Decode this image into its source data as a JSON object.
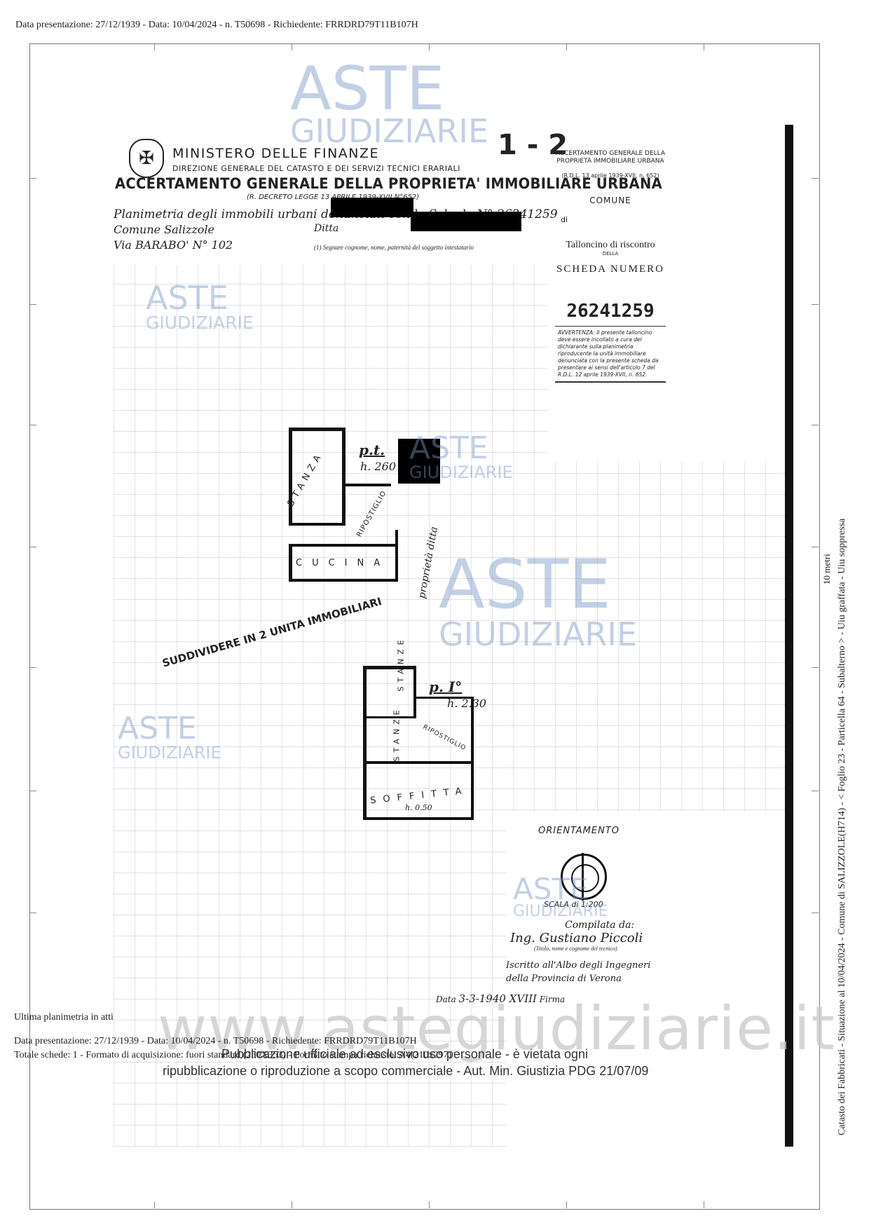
{
  "header": {
    "text": "Data presentazione: 27/12/1939 - Data: 10/04/2024 - n. T50698 - Richiedente: FRRDRD79T11B107H"
  },
  "form": {
    "ministry": "MINISTERO DELLE FINANZE",
    "direction": "DIREZIONE GENERALE DEL CATASTO E DEI SERVIZI TECNICI ERARIALI",
    "sheet_number": "1 - 2",
    "title": "ACCERTAMENTO GENERALE DELLA PROPRIETA' IMMOBILIARE URBANA",
    "decree": "(R. DECRETO LEGGE 13 APRILE 1939-XVII N°652)",
    "line1": "Planimetria degli immobili urbani denunciati con la Scheda N° 26241259",
    "comune_line": "Comune Salizzole",
    "via_line": "Via BARABO' N° 102",
    "ditta_prefix": "Ditta",
    "note": "(1) Segnare cognome, nome, paternità del soggetto intestatario"
  },
  "stub": {
    "title": "ACCERTAMENTO GENERALE DELLA PROPRIETÀ IMMOBILIARE URBANA",
    "decree": "(R.D.L. 13 aprile 1939-XVII, n. 652)",
    "comune": "COMUNE",
    "di": "di",
    "talloncino": "Talloncino di riscontro",
    "della": "DELLA",
    "scheda": "SCHEDA NUMERO",
    "number": "26241259",
    "warning": "AVVERTENZA: Il presente talloncino deve essere incollato a cura del dichiarante sulla planimetria riproducente la unità immobiliare denunciata con la presente scheda da presentare ai sensi dell'articolo 7 del R.D.L. 12 aprile 1939-XVII, n. 652."
  },
  "plan_ground": {
    "floor": "p.t.",
    "height": "h. 260",
    "rooms": [
      "STANZA",
      "RIPOSTIGLIO",
      "CUCINA"
    ],
    "side_note": "proprietà ditta"
  },
  "plan_first": {
    "floor": "p. I°",
    "height": "h. 2.30",
    "rooms": [
      "STANZE",
      "STANZE",
      "RIPOSTIGLIO",
      "SOFFITTA"
    ],
    "soffitta_height": "h. 0.50"
  },
  "stamp": {
    "text": "SUDDIVIDERE IN 2 UNITA IMMOBILIARI"
  },
  "orientation": {
    "label": "ORIENTAMENTO",
    "scale": "SCALA di 1:200"
  },
  "compiler": {
    "label": "Compilata da:",
    "name": "Ing. Gustiano Piccoli",
    "name_caption": "(Titolo, nome e cognome del tecnico)",
    "albo": "Iscritto all'Albo degli Ingegneri",
    "provincia": "della Provincia di Verona",
    "date_label": "Data",
    "date": "3-3-1940 XVIII",
    "firma": "Firma"
  },
  "watermark": {
    "top": "ASTE",
    "bottom": "GIUDIZIARIE",
    "site": "www.astegiudiziarie.it"
  },
  "footer": {
    "last_plan": "Ultima planimetria in atti",
    "line1": "Data presentazione: 27/12/1939 - Data: 10/04/2024 - n. T50698 - Richiedente: FRRDRD79T11B107H",
    "line2": "Totale schede: 1 - Formato di acquisizione: fuori standard (250X353) - Formato stampa richiesto: A4(210x297)",
    "pub1": "Pubblicazione ufficiale ad esclusivo uso personale - è vietata ogni",
    "pub2": "ripubblicazione o riproduzione a scopo commerciale - Aut. Min. Giustizia PDG 21/07/09"
  },
  "side": {
    "text": "Catasto dei Fabbricati - Situazione al 10/04/2024 - Comune di SALIZZOLE(H714) - < Foglio 23 - Particella 64 - Subalterno > - Uiu graffata - Uiu soppressa",
    "scale_mark": "10 metri"
  }
}
